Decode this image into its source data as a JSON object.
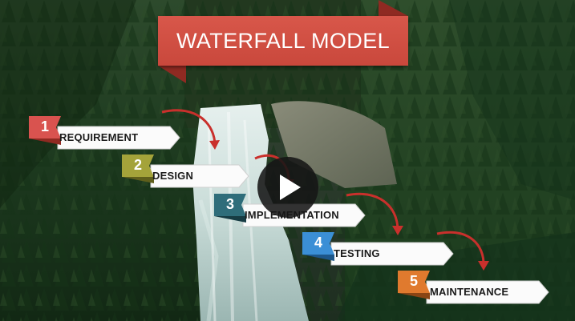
{
  "title": "WATERFALL MODEL",
  "colors": {
    "banner": "#cf4f43",
    "arrow": "#c9302c",
    "step_1": "#d9534f",
    "step_2": "#a4a33a",
    "step_3": "#2f6d7a",
    "step_4": "#3b8fd6",
    "step_5": "#e07a2e"
  },
  "steps": [
    {
      "number": "1",
      "label": "REQUIREMENT"
    },
    {
      "number": "2",
      "label": "DESIGN"
    },
    {
      "number": "3",
      "label": "IMPLEMENTATION"
    },
    {
      "number": "4",
      "label": "TESTING"
    },
    {
      "number": "5",
      "label": "MAINTENANCE"
    }
  ],
  "icons": {
    "play": "play-icon",
    "arrow": "curved-arrow-icon"
  }
}
